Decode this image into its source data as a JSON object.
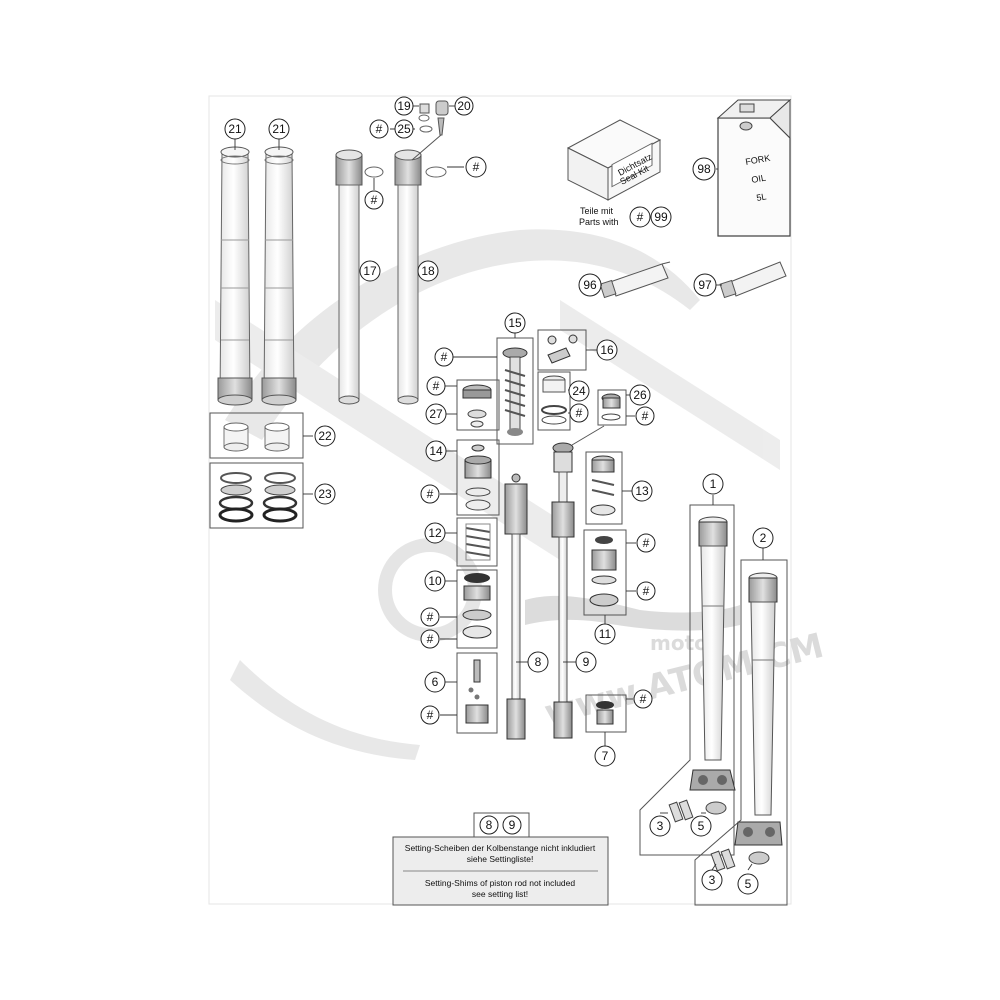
{
  "parts": {
    "c21a": "21",
    "c21b": "21",
    "c19": "19",
    "c20": "20",
    "c25": "25",
    "c17": "17",
    "c18": "18",
    "c22": "22",
    "c23": "23",
    "c15": "15",
    "c16": "16",
    "c24": "24",
    "c26": "26",
    "c27": "27",
    "c14": "14",
    "c13": "13",
    "c12": "12",
    "c10": "10",
    "c11": "11",
    "c6": "6",
    "c8": "8",
    "c9": "9",
    "c7": "7",
    "c1": "1",
    "c2": "2",
    "c3a": "3",
    "c5a": "5",
    "c3b": "3",
    "c5b": "5",
    "c96": "96",
    "c97": "97",
    "c98": "98",
    "c99": "99",
    "hash": "#"
  },
  "seal_kit": {
    "box_line1": "Dichtsatz",
    "box_line2": "Seal Kit",
    "teile_mit": "Teile mit",
    "parts_with": "Parts with"
  },
  "fork_oil": {
    "line1": "FORK",
    "line2": "OIL",
    "line3": "5L"
  },
  "note": {
    "header_a": "8",
    "header_b": "9",
    "de_line1": "Setting-Scheiben der Kolbenstange nicht inkludiert",
    "de_line2": "siehe Settingliste!",
    "en_line1": "Setting-Shims of piston rod not included",
    "en_line2": "see setting list!"
  },
  "watermark": {
    "line1": "moto",
    "line2": "www.ATOMICM"
  }
}
